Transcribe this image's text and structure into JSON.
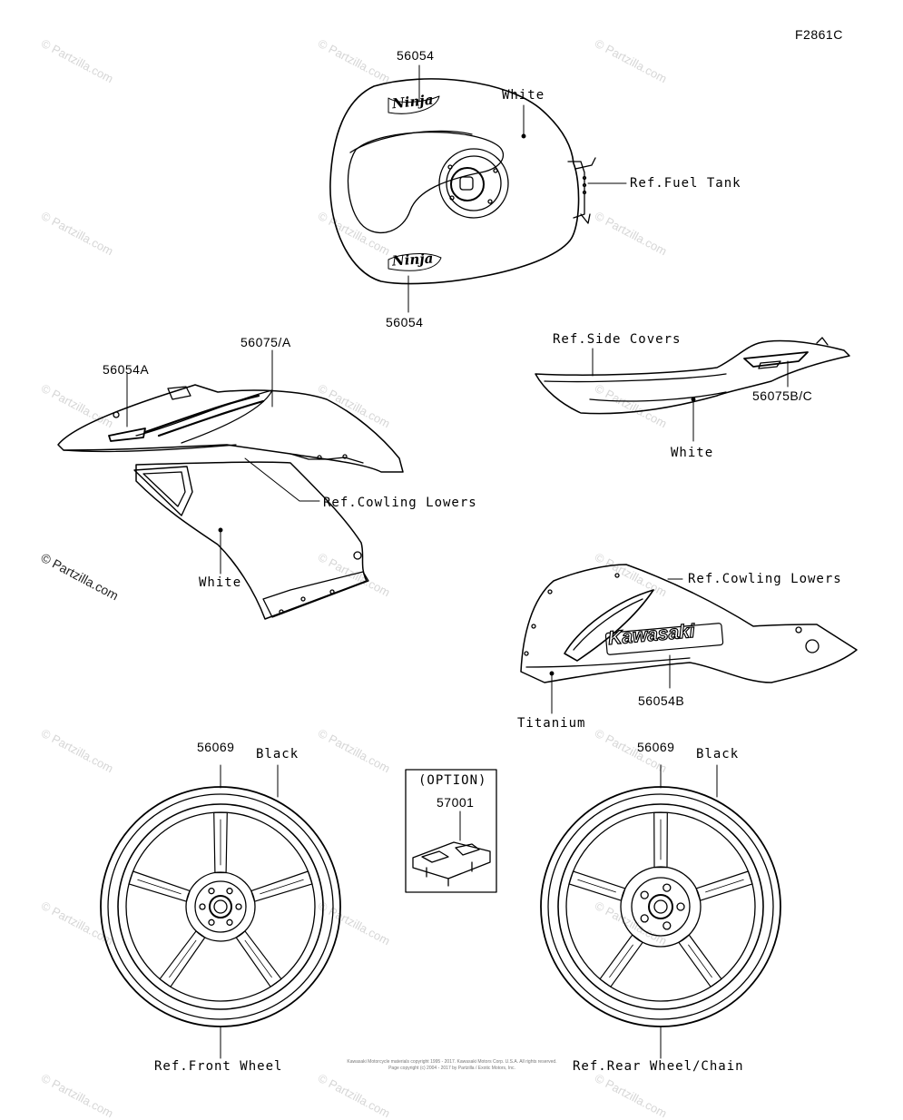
{
  "figure_code": "F2861C",
  "watermark": "© Partzilla.com",
  "labels": {
    "tank_top_part": "56054",
    "tank_bottom_part": "56054",
    "tank_color": "White",
    "ref_fuel_tank": "Ref.Fuel Tank",
    "cowling_left_part_a": "56054A",
    "cowling_left_part_b": "56075/A",
    "ref_cowling_lowers_left": "Ref.Cowling Lowers",
    "cowling_left_color": "White",
    "ref_side_covers": "Ref.Side Covers",
    "side_cover_part": "56075B/C",
    "side_cover_color": "White",
    "ref_cowling_lowers_right": "Ref.Cowling Lowers",
    "cowling_right_part": "56054B",
    "cowling_right_color": "Titanium",
    "option_title": "(OPTION)",
    "option_part": "57001",
    "front_wheel_part": "56069",
    "front_wheel_color": "Black",
    "ref_front_wheel": "Ref.Front Wheel",
    "rear_wheel_part": "56069",
    "rear_wheel_color": "Black",
    "ref_rear_wheel": "Ref.Rear Wheel/Chain"
  },
  "decal_text": {
    "ninja_logo": "Ninja",
    "kawasaki_logo": "Kawasaki"
  },
  "copyright_lines": [
    "Kawasaki Motorcycle materials copyright 1995 - 2017. Kawasaki Motors Corp. U.S.A. All rights reserved.",
    "Page copyright (c) 2004 - 2017 by Partzilla / Exotic Motors, Inc."
  ]
}
